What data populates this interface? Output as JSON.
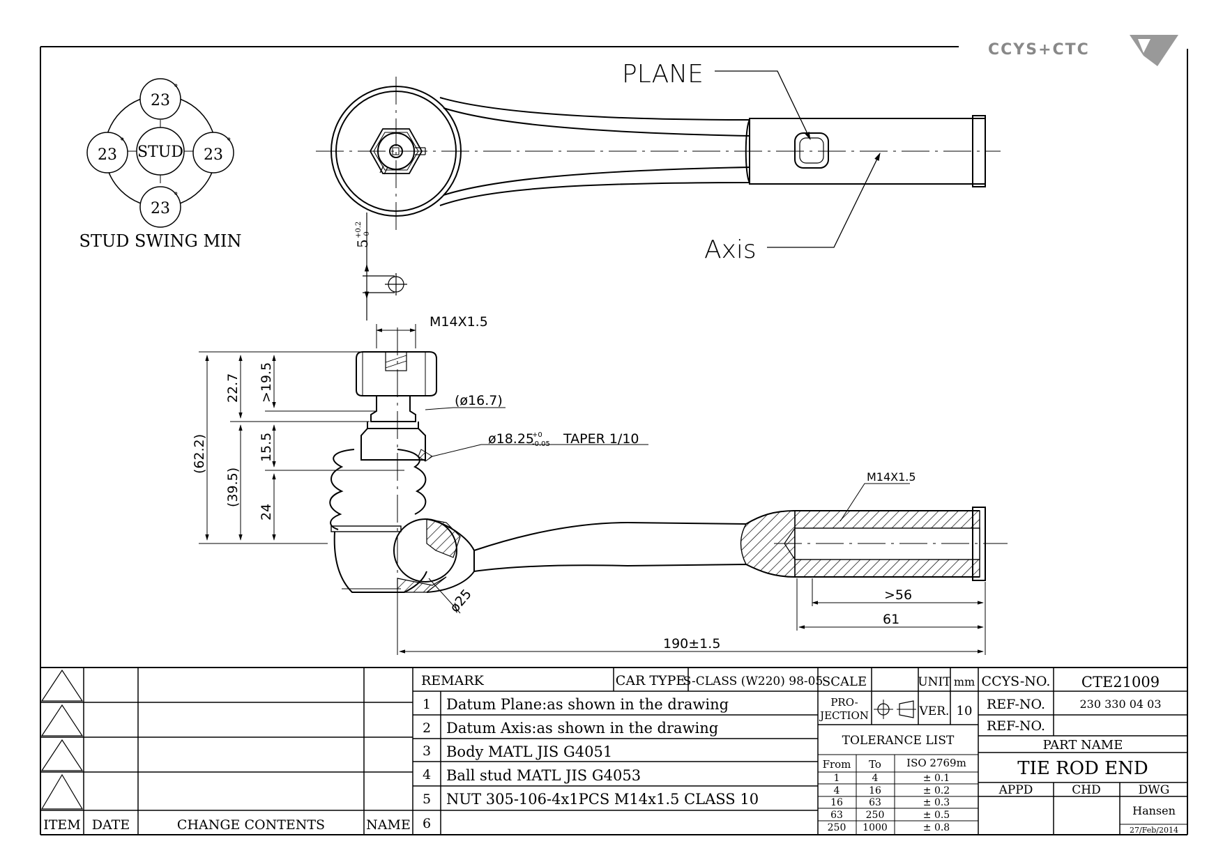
{
  "brand": {
    "logo_text": "CCYS+CTC"
  },
  "stud_swing": {
    "center": "STUD",
    "angles": [
      "23",
      "23",
      "23",
      "23"
    ],
    "degree": "°",
    "caption": "STUD SWING MIN"
  },
  "callouts": {
    "plane": "PLANE",
    "axis": "Axis"
  },
  "dims": {
    "pos_tol": "5",
    "pos_tol_sup": "+0.2",
    "pos_tol_sub": "-0",
    "thread_top": "M14X1.5",
    "thread_rod": "M14X1.5",
    "d_16_7": "(ø16.7)",
    "taper": "ø18.25",
    "taper_sup": "+0",
    "taper_sub": "-0.05",
    "taper_suffix": "TAPER 1/10",
    "h_62_2": "(62.2)",
    "h_22_7": "22.7",
    "h_19_5": ">19.5",
    "h_39_5": "(39.5)",
    "h_15_5": "15.5",
    "h_24": "24",
    "ball_d": "ø25",
    "l_56": ">56",
    "l_61": "61",
    "l_190": "190±1.5"
  },
  "title_block": {
    "revision": {
      "headers": [
        "ITEM",
        "DATE",
        "CHANGE CONTENTS",
        "NAME"
      ]
    },
    "remark_label": "REMARK",
    "car_type_label": "CAR TYPE",
    "car_type": "S-CLASS (W220) 98-05",
    "remarks": [
      {
        "no": "1",
        "text": "Datum Plane:as shown in the drawing"
      },
      {
        "no": "2",
        "text": "Datum Axis:as shown in the drawing"
      },
      {
        "no": "3",
        "text": "Body MATL JIS G4051"
      },
      {
        "no": "4",
        "text": "Ball stud MATL JIS G4053"
      },
      {
        "no": "5",
        "text": "NUT 305-106-4x1PCS M14x1.5 CLASS 10"
      },
      {
        "no": "6",
        "text": ""
      }
    ],
    "scale_label": "SCALE",
    "unit_label": "UNIT",
    "unit": "mm",
    "projection_label_1": "PRO-",
    "projection_label_2": "JECTION",
    "ver_label": "VER.",
    "ver": "10",
    "tolerance_title": "TOLERANCE LIST",
    "tolerance_headers": [
      "From",
      "To",
      "ISO 2769m"
    ],
    "tolerance_rows": [
      [
        "1",
        "4",
        "± 0.1"
      ],
      [
        "4",
        "16",
        "± 0.2"
      ],
      [
        "16",
        "63",
        "± 0.3"
      ],
      [
        "63",
        "250",
        "± 0.5"
      ],
      [
        "250",
        "1000",
        "± 0.8"
      ]
    ],
    "ccys_no_label": "CCYS-NO.",
    "ccys_no": "CTE21009",
    "ref_no_label": "REF-NO.",
    "ref_no": "230 330 04 03",
    "ref_no2_label": "REF-NO.",
    "ref_no2": "",
    "part_name_label": "PART NAME",
    "part_name": "TIE ROD END",
    "appd_label": "APPD",
    "chd_label": "CHD",
    "dwg_label": "DWG",
    "dwg_name": "Hansen",
    "dwg_date": "27/Feb/2014"
  }
}
